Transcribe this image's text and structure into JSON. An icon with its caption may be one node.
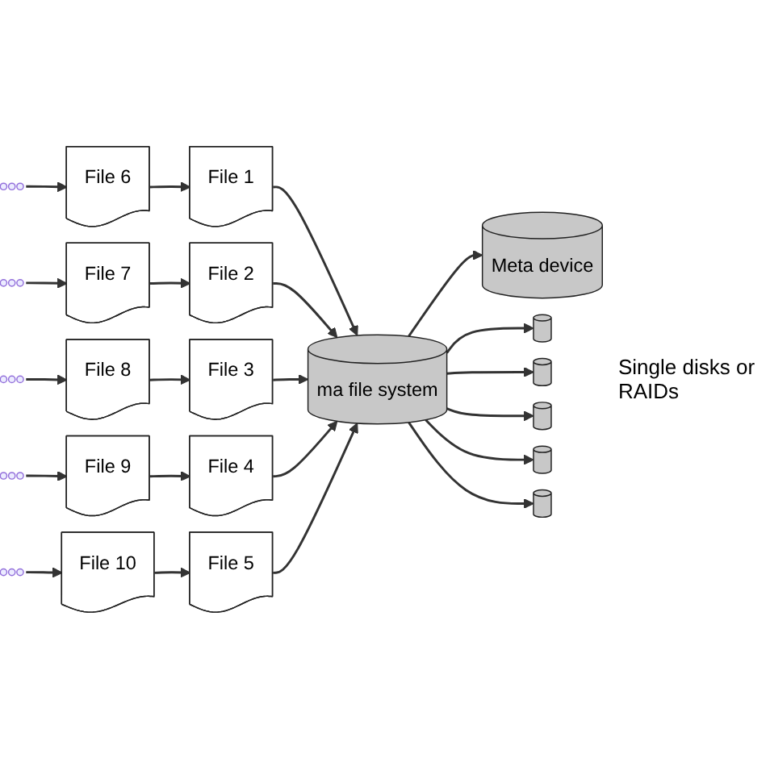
{
  "diagram": {
    "nodes": [
      {
        "text": [
          "ma file system"
        ]
      },
      {
        "text": [
          "Meta device"
        ]
      },
      {
        "text": [
          "File 6"
        ]
      },
      {
        "text": [
          "File 1"
        ]
      },
      {
        "text": [],
        "shape": "cylinder"
      },
      {
        "text": [
          "File 7"
        ]
      },
      {
        "text": [
          "File 2"
        ]
      },
      {
        "text": [],
        "shape": "cylinder"
      },
      {
        "text": [
          "File 8"
        ]
      },
      {
        "text": [
          "File 3"
        ]
      },
      {
        "text": [],
        "shape": "cylinder"
      },
      {
        "text": [
          "File 9"
        ]
      },
      {
        "text": [
          "File 4"
        ]
      },
      {
        "text": [],
        "shape": "cylinder"
      },
      {
        "text": [
          "File 10"
        ]
      },
      {
        "text": [
          "File 5"
        ]
      },
      {
        "text": [],
        "shape": "cylinder"
      }
    ],
    "edges": [
      {
        "from": 0,
        "to": 1,
        "arrow": "to"
      },
      {
        "from": null,
        "to": 2,
        "arrow": "to"
      },
      {
        "from": 2,
        "to": 3,
        "arrow": "to"
      },
      {
        "from": 3,
        "to": 0,
        "arrow": "to"
      },
      {
        "from": 0,
        "to": 4,
        "arrow": "to"
      },
      {
        "from": null,
        "to": 5,
        "arrow": "to"
      },
      {
        "from": 5,
        "to": 6,
        "arrow": "to"
      },
      {
        "from": 6,
        "to": 0,
        "arrow": "to"
      },
      {
        "from": 0,
        "to": 7,
        "arrow": "to"
      },
      {
        "from": null,
        "to": 8,
        "arrow": "to"
      },
      {
        "from": 8,
        "to": 9,
        "arrow": "to"
      },
      {
        "from": 9,
        "to": 0,
        "arrow": "to"
      },
      {
        "from": 0,
        "to": 10,
        "arrow": "to"
      },
      {
        "from": null,
        "to": 11,
        "arrow": "to"
      },
      {
        "from": 11,
        "to": 12,
        "arrow": "to"
      },
      {
        "from": 12,
        "to": 0,
        "arrow": "to"
      },
      {
        "from": 0,
        "to": 13,
        "arrow": "to"
      },
      {
        "from": null,
        "to": 14,
        "arrow": "to"
      },
      {
        "from": 14,
        "to": 15,
        "arrow": "to"
      },
      {
        "from": 15,
        "to": 0,
        "arrow": "to"
      },
      {
        "from": 0,
        "to": 16,
        "arrow": "to"
      }
    ],
    "labels": [
      "Single disks or RAIDs"
    ]
  }
}
